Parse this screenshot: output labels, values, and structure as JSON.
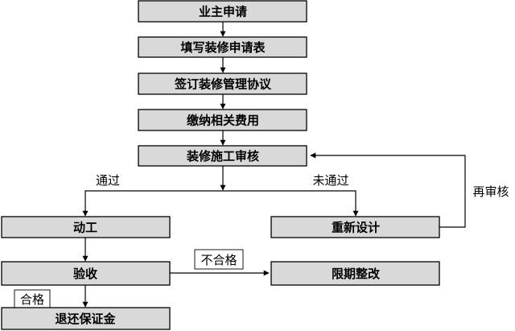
{
  "nodes": {
    "owner_apply": "业主申请",
    "fill_form": "填写装修申请表",
    "sign_agreement": "签订装修管理协议",
    "pay_fees": "缴纳相关费用",
    "construction_review": "装修施工审核",
    "start_work": "动工",
    "redesign": "重新设计",
    "inspection": "验收",
    "rectify": "限期整改",
    "refund_deposit": "退还保证金"
  },
  "edge_labels": {
    "pass": "通过",
    "fail": "未通过",
    "re_review": "再审核",
    "unqualified": "不合格",
    "qualified": "合格"
  },
  "colors": {
    "box_fill": "#d9d9d9",
    "stroke": "#000000",
    "background": "#ffffff"
  }
}
